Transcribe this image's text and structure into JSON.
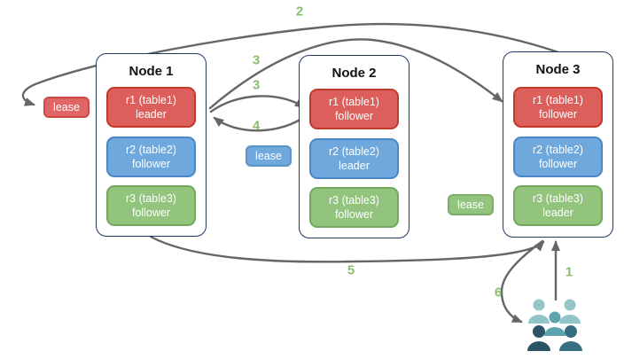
{
  "nodes": [
    {
      "title": "Node 1",
      "replicas": [
        {
          "name": "r1 (table1)",
          "role": "leader",
          "color": "red"
        },
        {
          "name": "r2 (table2)",
          "role": "follower",
          "color": "blue"
        },
        {
          "name": "r3 (table3)",
          "role": "follower",
          "color": "green"
        }
      ]
    },
    {
      "title": "Node 2",
      "replicas": [
        {
          "name": "r1 (table1)",
          "role": "follower",
          "color": "red"
        },
        {
          "name": "r2 (table2)",
          "role": "leader",
          "color": "blue"
        },
        {
          "name": "r3 (table3)",
          "role": "follower",
          "color": "green"
        }
      ]
    },
    {
      "title": "Node 3",
      "replicas": [
        {
          "name": "r1 (table1)",
          "role": "follower",
          "color": "red"
        },
        {
          "name": "r2 (table2)",
          "role": "follower",
          "color": "blue"
        },
        {
          "name": "r3 (table3)",
          "role": "leader",
          "color": "green"
        }
      ]
    }
  ],
  "leases": [
    {
      "label": "lease",
      "color": "red"
    },
    {
      "label": "lease",
      "color": "blue"
    },
    {
      "label": "lease",
      "color": "green"
    }
  ],
  "steps": {
    "s1": "1",
    "s2": "2",
    "s3_to_node3": "3",
    "s3_to_node2": "3",
    "s4": "4",
    "s5": "5",
    "s6": "6"
  },
  "icons": {
    "users": "users-group-icon"
  },
  "colors": {
    "replica_red": "#dd5f5c",
    "replica_red_border": "#c0392b",
    "replica_blue": "#6fa8dc",
    "replica_blue_border": "#4a86c8",
    "replica_green": "#93c47d",
    "replica_green_border": "#72a85c",
    "lease_red": "#e06666",
    "lease_blue": "#6fa8dc",
    "lease_green": "#93c47d",
    "node_border": "#1f3864",
    "arrow": "#666666",
    "step_label": "#8abe6d",
    "users_light": "#92c5c8",
    "users_mid": "#5da3ac",
    "users_dark_left": "#2c5366",
    "users_dark_right": "#366e81"
  }
}
